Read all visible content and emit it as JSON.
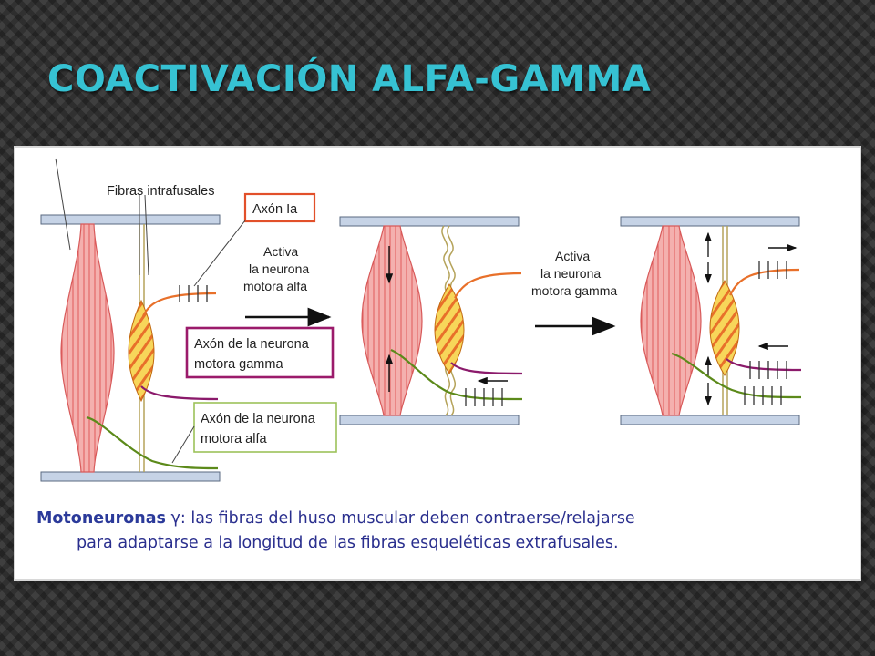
{
  "slide": {
    "title": "COACTIVACIÓN ALFA-GAMMA",
    "colors": {
      "title": "#36c2d3",
      "background": "#3f3f3f",
      "muscle": "#f2a7a7",
      "muscle_stroke": "#e06666",
      "spindle": "#f4c842",
      "spindle_stripe": "#e8702a",
      "axon_ia": "#e8702a",
      "axon_gamma": "#8b1a6b",
      "axon_alpha": "#5c8a1a",
      "plate": "#c6d3e6"
    }
  },
  "diagram": {
    "labels": {
      "intrafusal": "Fibras intrafusales",
      "axon_ia": "Axón Ia",
      "axon_gamma_1": "Axón de la neurona",
      "axon_gamma_2": "motora gamma",
      "axon_alpha_1": "Axón de la neurona",
      "axon_alpha_2": "motora alfa",
      "step1_1": "Activa",
      "step1_2": "la neurona",
      "step1_3": "motora alfa",
      "step2_1": "Activa",
      "step2_2": "la neurona",
      "step2_3": "motora gamma"
    },
    "caption": {
      "lead": "Motoneuronas",
      "gamma": "γ",
      "line1_rest": ": las fibras del huso muscular deben contraerse/relajarse",
      "line2": "para adaptarse a la longitud de las fibras esqueléticas extrafusales."
    }
  }
}
